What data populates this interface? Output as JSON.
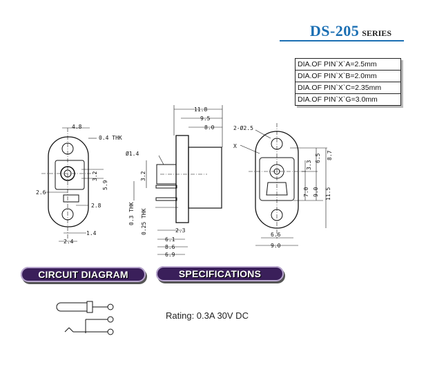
{
  "header": {
    "title": "DS-205",
    "subtitle": "SERIES"
  },
  "pin_table": [
    "DIA.OF PIN`X`A=2.5mm",
    "DIA.OF PIN`X`B=2.0mm",
    "DIA.OF PIN`X`C=2.35mm",
    "DIA.OF PIN`X`G=3.0mm"
  ],
  "dims_front": {
    "d1": "4.8",
    "d2": "0.4 THK",
    "d3": "3.2",
    "d4": "5.9",
    "d5": "2.6",
    "d6": "2.8",
    "d7": "1.4",
    "d8": "2.4"
  },
  "dims_side": {
    "d1": "11.8",
    "d2": "9.5",
    "d3": "8.0",
    "d4": "Ø1.4",
    "d5": "3.2",
    "d6": "0.3 THK",
    "d7": "0.25 THK",
    "d8": "2.3",
    "d9": "6.1",
    "d10": "8.6",
    "d11": "6.9"
  },
  "dims_back": {
    "d1": "2-Ø2.5",
    "d2": "X",
    "d3": "3.3",
    "d4": "6.5",
    "d5": "8.7",
    "d6": "7.0",
    "d7": "9.0",
    "d8": "11.5",
    "d9": "6.6",
    "d10": "9.0"
  },
  "sections": {
    "circuit": "CIRCUIT DIAGRAM",
    "specs": "SPECIFICATIONS"
  },
  "specs": {
    "rating": "Rating: 0.3A 30V DC"
  }
}
